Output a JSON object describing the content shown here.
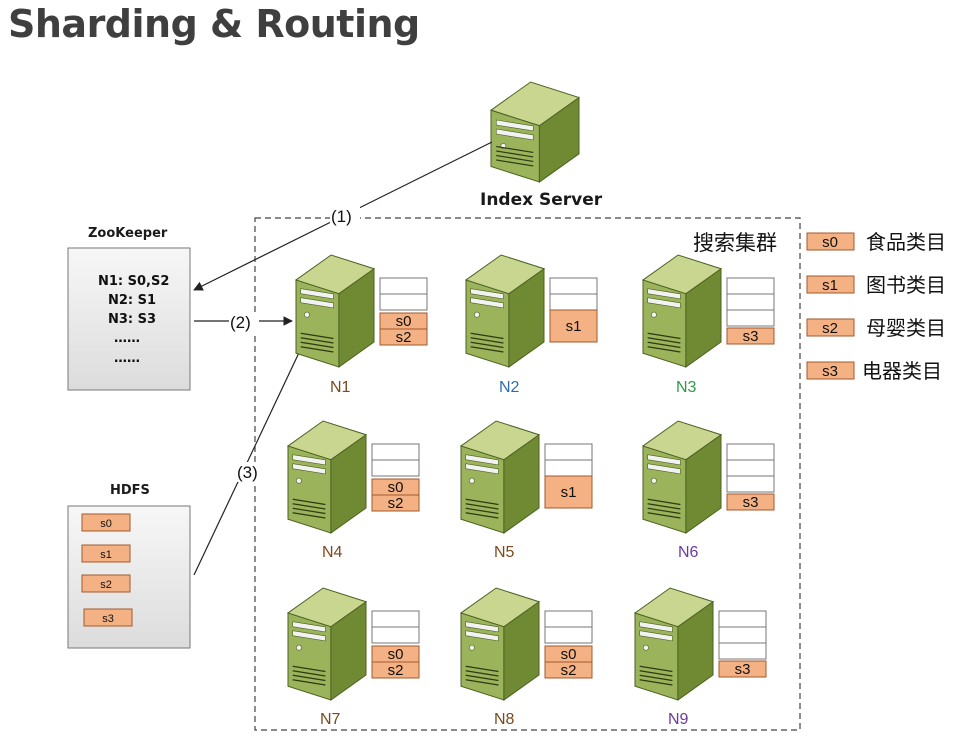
{
  "title": "Sharding & Routing",
  "index_server": {
    "label": "Index Server"
  },
  "zookeeper": {
    "label": "ZooKeeper",
    "lines": [
      "N1: S0,S2",
      "N2: S1",
      "N3: S3",
      "……",
      "……"
    ]
  },
  "hdfs": {
    "label": "HDFS",
    "shards": [
      "s0",
      "s1",
      "s2",
      "s3"
    ]
  },
  "cluster": {
    "title": "搜索集群"
  },
  "steps": [
    "(1)",
    "(2)",
    "(3)"
  ],
  "legend": [
    {
      "shard": "s0",
      "category": "食品类目"
    },
    {
      "shard": "s1",
      "category": "图书类目"
    },
    {
      "shard": "s2",
      "category": "母婴类目"
    },
    {
      "shard": "s3",
      "category": "电器类目"
    }
  ],
  "nodes": [
    {
      "name": "N1",
      "color": "#7a4a1e",
      "shards": [
        "s0",
        "s2"
      ]
    },
    {
      "name": "N2",
      "color": "#2e6db4",
      "shards": [
        "s1"
      ]
    },
    {
      "name": "N3",
      "color": "#2e9a46",
      "shards": [
        "s3"
      ]
    },
    {
      "name": "N4",
      "color": "#7a4a1e",
      "shards": [
        "s0",
        "s2"
      ]
    },
    {
      "name": "N5",
      "color": "#7a4a1e",
      "shards": [
        "s1"
      ]
    },
    {
      "name": "N6",
      "color": "#6a3aa0",
      "shards": [
        "s3"
      ]
    },
    {
      "name": "N7",
      "color": "#7a4a1e",
      "shards": [
        "s0",
        "s2"
      ]
    },
    {
      "name": "N8",
      "color": "#7a4a1e",
      "shards": [
        "s0",
        "s2"
      ]
    },
    {
      "name": "N9",
      "color": "#6a3aa0",
      "shards": [
        "s3"
      ]
    }
  ],
  "colors": {
    "shard_fill": "#f4b183",
    "shard_stroke": "#a05a2c",
    "server_front": "#9bb35a",
    "server_top": "#c8d68f",
    "server_side": "#6f8a32"
  }
}
